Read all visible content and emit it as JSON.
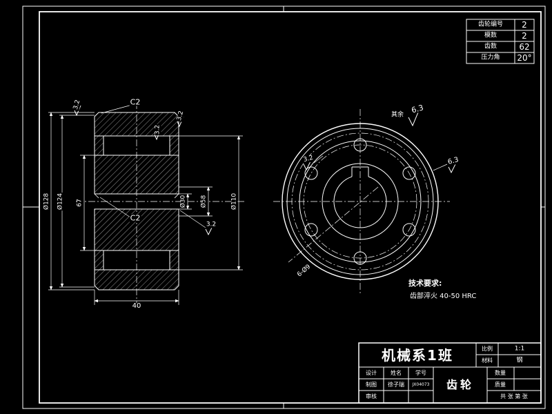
{
  "colors": {
    "bg": "#000000",
    "line": "#ffffff"
  },
  "param_table": {
    "rows": [
      {
        "label": "齿轮编号",
        "value": "2"
      },
      {
        "label": "模数",
        "value": "2"
      },
      {
        "label": "齿数",
        "value": "62"
      },
      {
        "label": "压力角",
        "value": "20°"
      }
    ]
  },
  "section_view": {
    "chamfer_top": "C2",
    "chamfer_bore": "C2",
    "dim_outer": "Ø128",
    "dim_pitch": "Ø124",
    "dim_hub_len": "67",
    "dim_bore": "Ø30",
    "dim_hub": "Ø58",
    "dim_recess": "Ø110",
    "dim_width": "40",
    "rough_a": "3.2",
    "rough_b": "3.2",
    "rough_c": "3.2",
    "rough_d": "3.2"
  },
  "front_view": {
    "holes_label": "6-Ø9",
    "rough_recess": "3.2",
    "rough_outer": "6.3",
    "rest_label": "其余",
    "rest_value": "6.3"
  },
  "tech_req": {
    "title": "技术要求:",
    "line1": "齿部淬火 40-50 HRC"
  },
  "title_block": {
    "school": "机械系1班",
    "part_name": "齿轮",
    "scale_label": "比例",
    "scale_value": "1:1",
    "material_label": "材料",
    "material_value": "钢",
    "col_design": "设计",
    "col_name": "姓名",
    "col_number": "学号",
    "row_draft": "制图",
    "draft_name": "徐子瑞",
    "draft_number": "JX04073",
    "row_check": "审核",
    "qty_label": "数量",
    "mass_label": "质量",
    "sheet_label": "共 张 第 张"
  }
}
